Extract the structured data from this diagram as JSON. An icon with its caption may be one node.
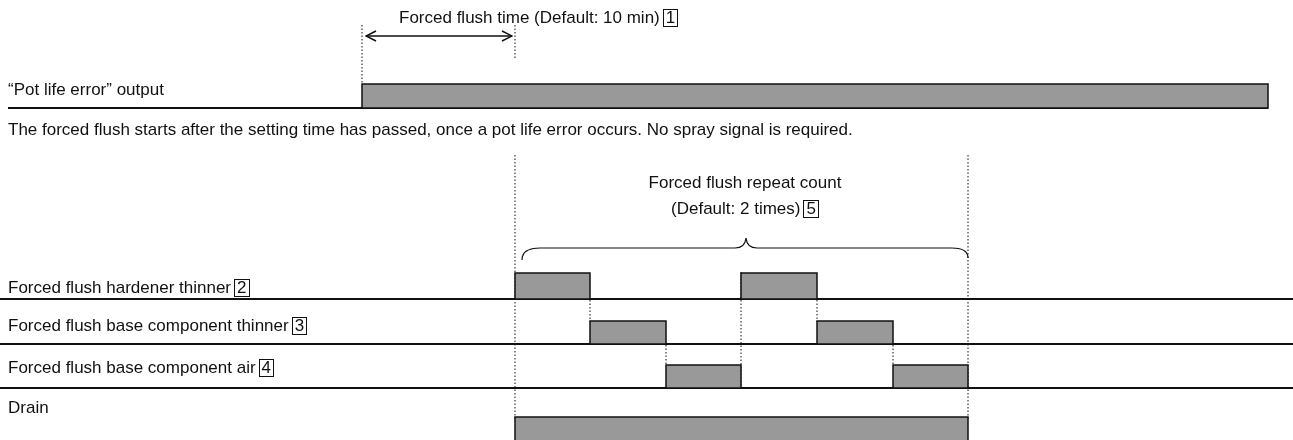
{
  "diagram": {
    "labels": [
      "Forced flush time (Default: 10 min)",
      "1",
      "“Pot life error” output",
      "The forced flush starts after the setting time has passed, once a pot life error occurs. No spray signal is required.",
      "Forced flush repeat count (Default: 2 times)",
      "5",
      "Forced flush hardener thinner",
      "2",
      "Forced flush base component thinner",
      "3",
      "Forced flush base component air",
      "4",
      "Drain"
    ]
  }
}
